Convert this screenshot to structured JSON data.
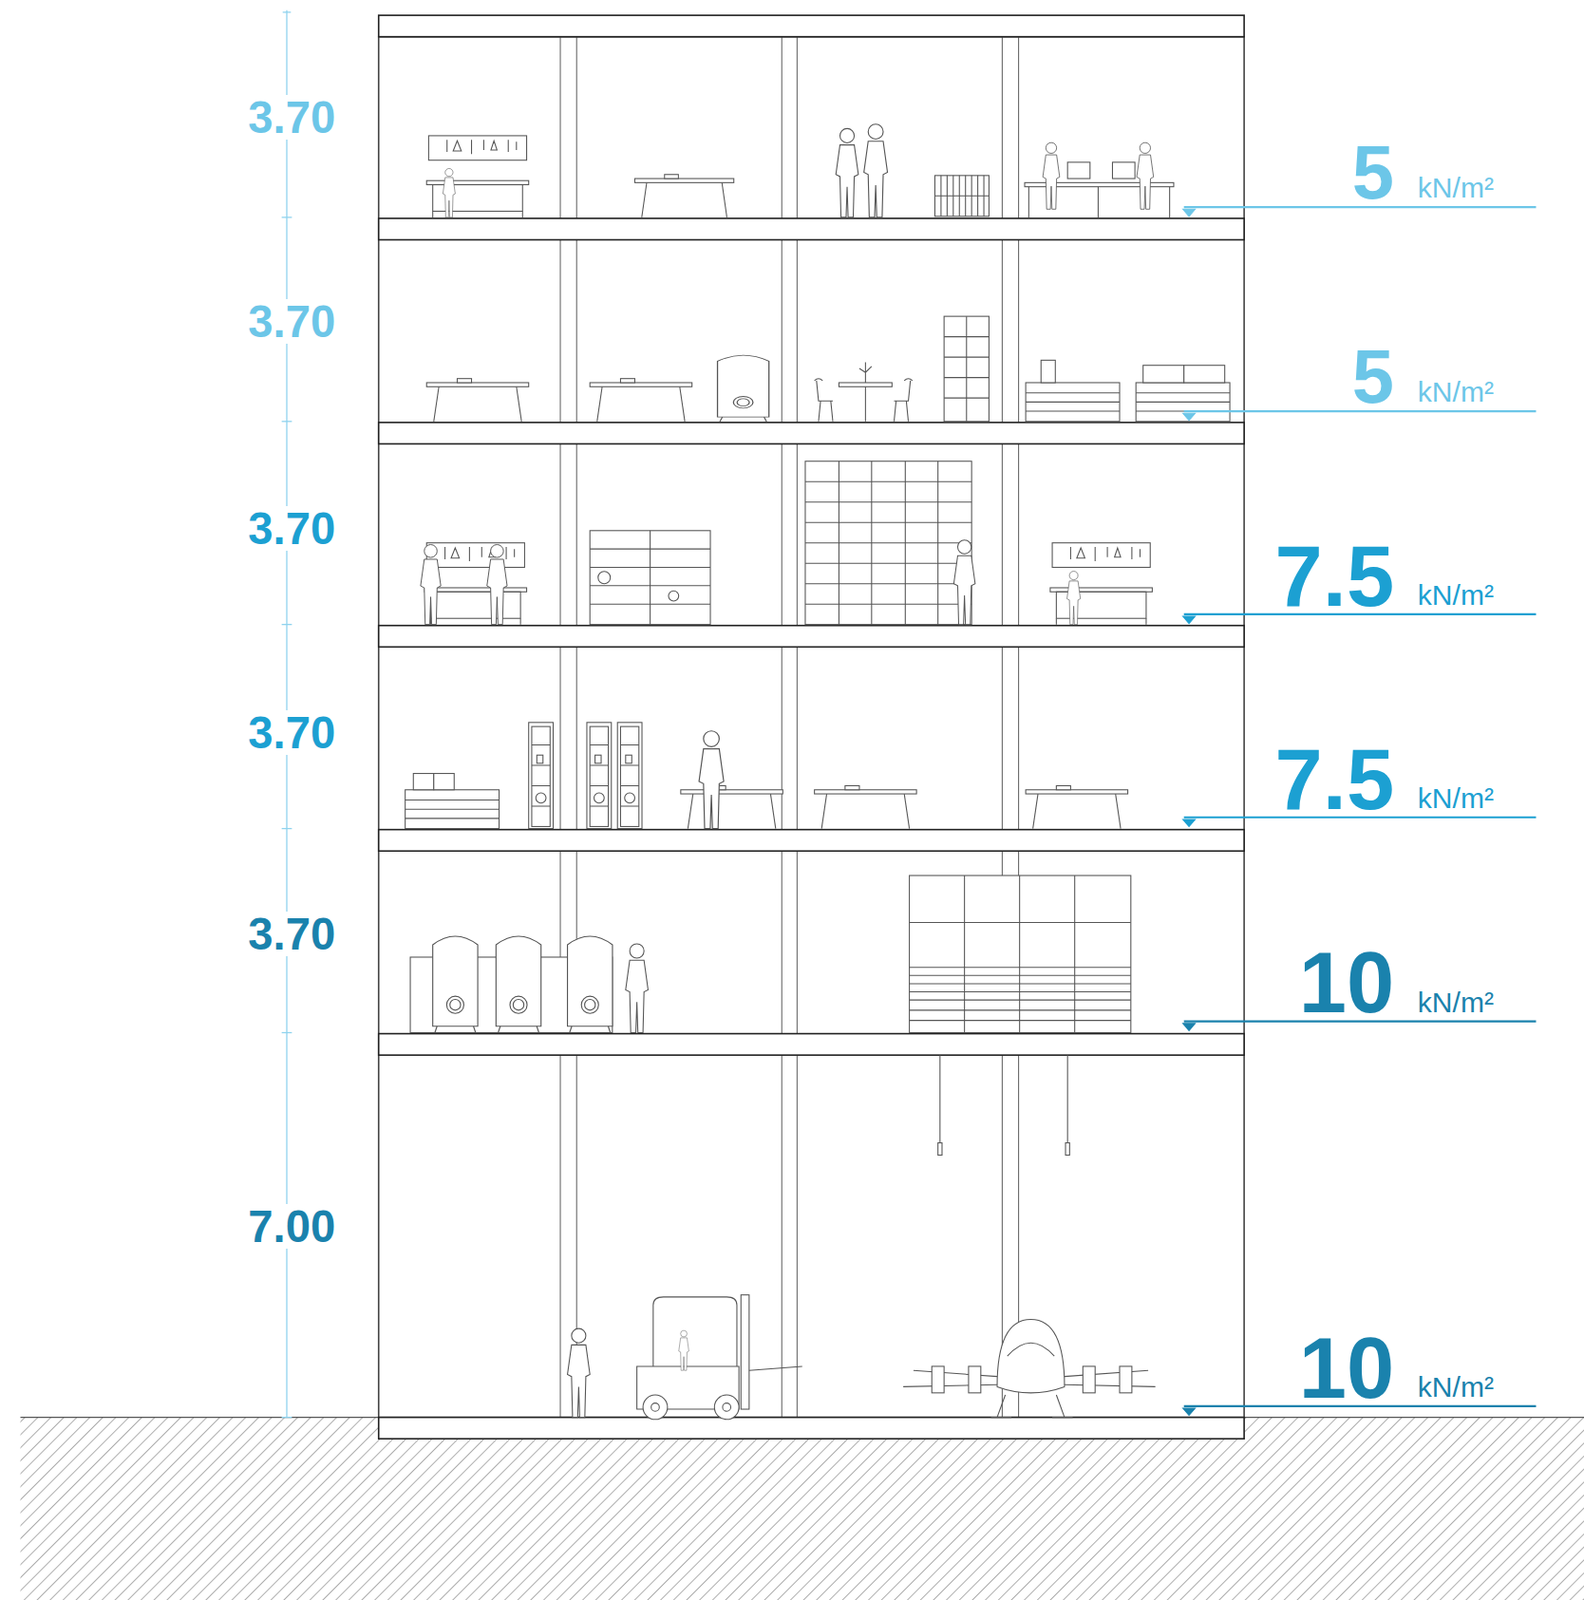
{
  "diagram": {
    "labels": [
      "3.70",
      "5",
      "kN/m²",
      "3.70",
      "5",
      "kN/m²",
      "3.70",
      "7.5",
      "kN/m²",
      "3.70",
      "7.5",
      "kN/m²",
      "3.70",
      "10",
      "kN/m²",
      "7.00",
      "10",
      "kN/m²"
    ]
  }
}
